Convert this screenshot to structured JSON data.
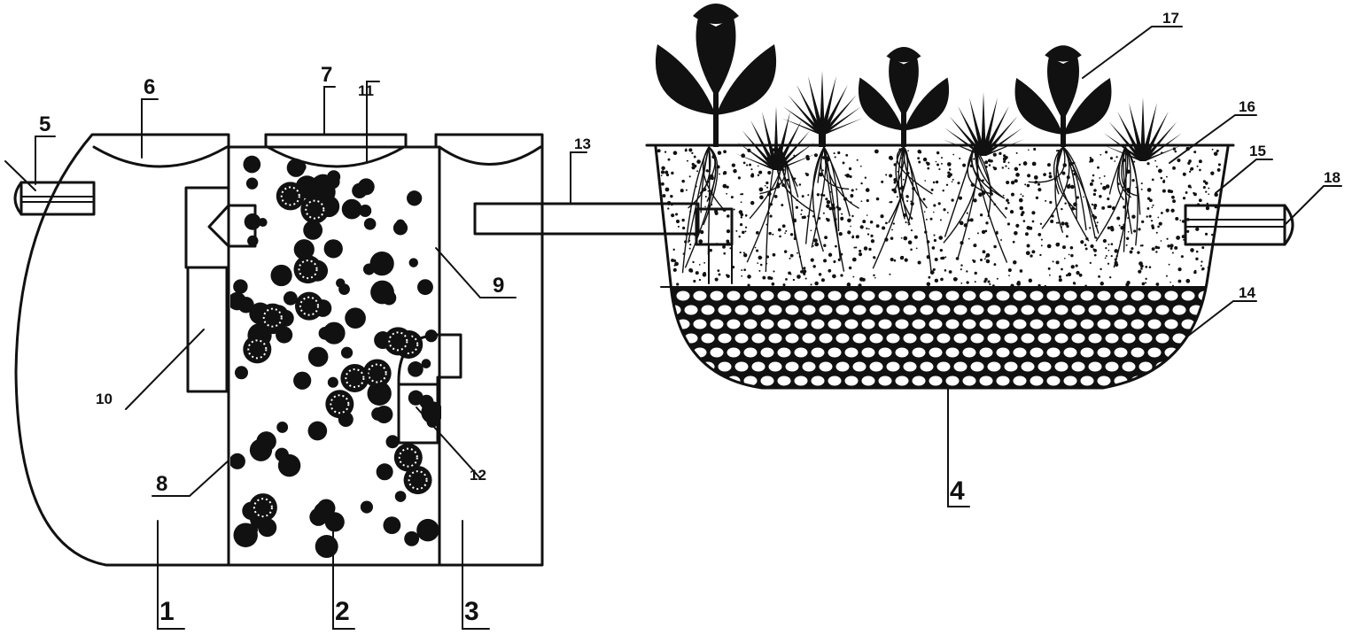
{
  "diagram": {
    "colors": {
      "ink": "#111111",
      "paper": "#ffffff",
      "soil": "#ffffff"
    },
    "labels": {
      "l1": "1",
      "l2": "2",
      "l3": "3",
      "l4": "4",
      "l5": "5",
      "l6": "6",
      "l7": "7",
      "l8": "8",
      "l9": "9",
      "l10": "10",
      "l11": "11",
      "l12": "12",
      "l13": "13",
      "l14": "14",
      "l15": "15",
      "l16": "16",
      "l17": "17",
      "l18": "18"
    }
  }
}
